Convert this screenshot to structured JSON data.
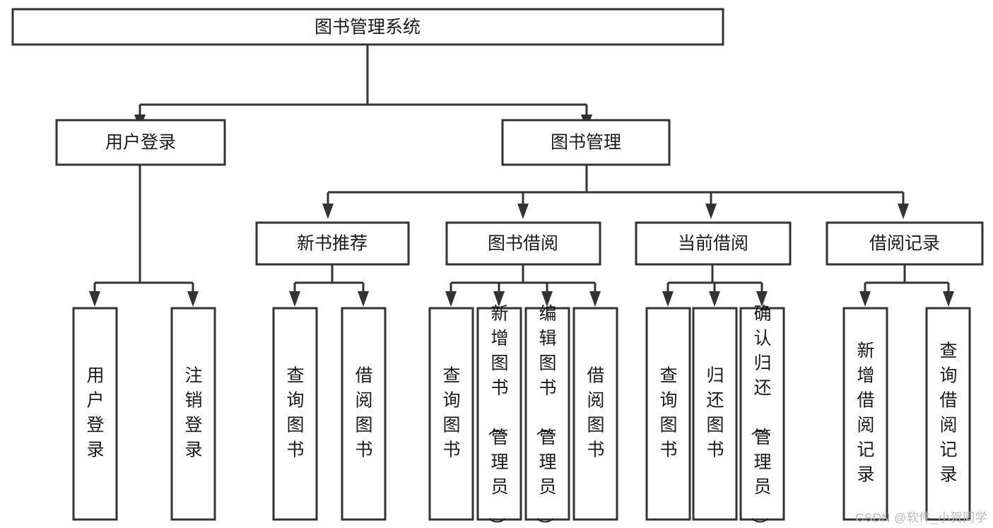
{
  "diagram": {
    "type": "tree",
    "title": "图书管理系统",
    "watermark": "CSDN @软件_小贺同学",
    "colors": {
      "box_stroke": "#333333",
      "box_fill": "#ffffff",
      "text": "#1a1a1a",
      "watermark": "#b9b9b9",
      "background": "#ffffff"
    },
    "levels": {
      "root": "图书管理系统",
      "level2": [
        "用户登录",
        "图书管理"
      ],
      "level3": [
        "新书推荐",
        "图书借阅",
        "当前借阅",
        "借阅记录"
      ]
    },
    "nodes": {
      "root": {
        "label": "图书管理系统",
        "orientation": "horizontal"
      },
      "user_login": {
        "label": "用户登录",
        "orientation": "horizontal"
      },
      "book_manage": {
        "label": "图书管理",
        "orientation": "horizontal"
      },
      "new_book_rec": {
        "label": "新书推荐",
        "orientation": "horizontal"
      },
      "book_borrow": {
        "label": "图书借阅",
        "orientation": "horizontal"
      },
      "current_borrow": {
        "label": "当前借阅",
        "orientation": "horizontal"
      },
      "borrow_record": {
        "label": "借阅记录",
        "orientation": "horizontal"
      },
      "leaf_user_login": {
        "label": "用户登录",
        "orientation": "vertical"
      },
      "leaf_logout": {
        "label": "注销登录",
        "orientation": "vertical"
      },
      "leaf_query_book_1": {
        "label": "查询图书",
        "orientation": "vertical"
      },
      "leaf_borrow_book_1": {
        "label": "借阅图书",
        "orientation": "vertical"
      },
      "leaf_query_book_2": {
        "label": "查询图书",
        "orientation": "vertical"
      },
      "leaf_add_book": {
        "label": "新增图书（管理员）",
        "orientation": "vertical"
      },
      "leaf_edit_book": {
        "label": "编辑图书（管理员）",
        "orientation": "vertical"
      },
      "leaf_borrow_book_2": {
        "label": "借阅图书",
        "orientation": "vertical"
      },
      "leaf_query_book_3": {
        "label": "查询图书",
        "orientation": "vertical"
      },
      "leaf_return_book": {
        "label": "归还图书",
        "orientation": "vertical"
      },
      "leaf_confirm_return": {
        "label": "确认归还（管理员）",
        "orientation": "vertical"
      },
      "leaf_add_record": {
        "label": "新增借阅记录",
        "orientation": "vertical"
      },
      "leaf_query_record": {
        "label": "查询借阅记录",
        "orientation": "vertical"
      }
    },
    "edges": [
      {
        "from": "图书管理系统",
        "to": "用户登录"
      },
      {
        "from": "图书管理系统",
        "to": "图书管理"
      },
      {
        "from": "图书管理",
        "to": "新书推荐"
      },
      {
        "from": "图书管理",
        "to": "图书借阅"
      },
      {
        "from": "图书管理",
        "to": "当前借阅"
      },
      {
        "from": "图书管理",
        "to": "借阅记录"
      },
      {
        "from": "用户登录",
        "to": "用户登录"
      },
      {
        "from": "用户登录",
        "to": "注销登录"
      },
      {
        "from": "新书推荐",
        "to": "查询图书"
      },
      {
        "from": "新书推荐",
        "to": "借阅图书"
      },
      {
        "from": "图书借阅",
        "to": "查询图书"
      },
      {
        "from": "图书借阅",
        "to": "新增图书（管理员）"
      },
      {
        "from": "图书借阅",
        "to": "编辑图书（管理员）"
      },
      {
        "from": "图书借阅",
        "to": "借阅图书"
      },
      {
        "from": "当前借阅",
        "to": "查询图书"
      },
      {
        "from": "当前借阅",
        "to": "归还图书"
      },
      {
        "from": "当前借阅",
        "to": "确认归还（管理员）"
      },
      {
        "from": "借阅记录",
        "to": "新增借阅记录"
      },
      {
        "from": "借阅记录",
        "to": "查询借阅记录"
      }
    ]
  }
}
